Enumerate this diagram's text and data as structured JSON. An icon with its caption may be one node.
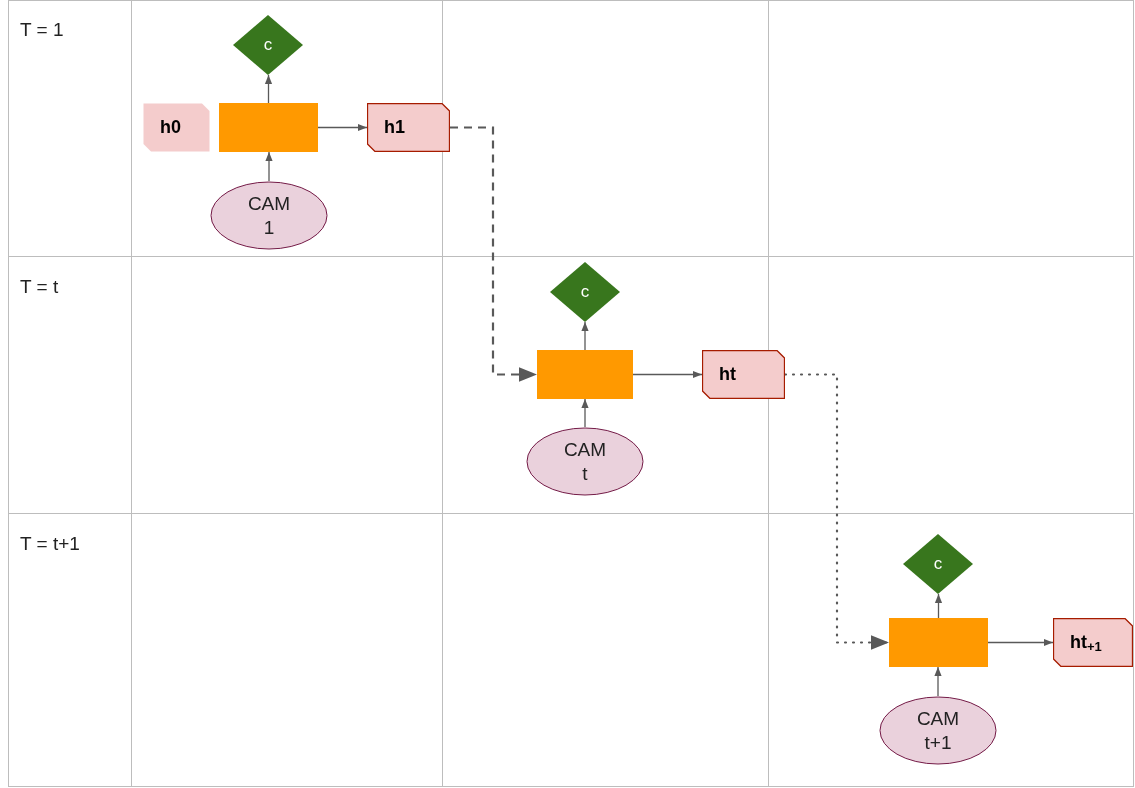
{
  "diagram": {
    "nodes": [
      {
        "text": [
          "h0"
        ]
      },
      {
        "text": [],
        "shape": "box"
      },
      {
        "text": [
          "c"
        ]
      },
      {
        "text": [
          "CAM 1"
        ]
      },
      {
        "text": [
          "h1"
        ]
      },
      {
        "text": [],
        "shape": "box"
      },
      {
        "text": [
          "c"
        ]
      },
      {
        "text": [
          "CAM t"
        ]
      },
      {
        "text": [
          "ht"
        ]
      },
      {
        "text": [],
        "shape": "box"
      },
      {
        "text": [
          "c"
        ]
      },
      {
        "text": [
          "CAM t+1"
        ]
      },
      {
        "text": [
          "ht$_{+1}$"
        ]
      }
    ],
    "edges": [
      {
        "from": 3,
        "to": 1,
        "arrow": "to"
      },
      {
        "from": 1,
        "to": 2,
        "arrow": "to"
      },
      {
        "from": 1,
        "to": 4,
        "arrow": "to"
      },
      {
        "from": 4,
        "to": 5,
        "arrow": "to",
        "style": "dashed"
      },
      {
        "from": 7,
        "to": 5,
        "arrow": "to"
      },
      {
        "from": 5,
        "to": 6,
        "arrow": "to"
      },
      {
        "from": 5,
        "to": 8,
        "arrow": "to"
      },
      {
        "from": 8,
        "to": 9,
        "arrow": "to",
        "style": "dashed"
      },
      {
        "from": 11,
        "to": 9,
        "arrow": "to"
      },
      {
        "from": 9,
        "to": 10,
        "arrow": "to"
      },
      {
        "from": 9,
        "to": 12,
        "arrow": "to"
      }
    ],
    "labels": [
      "T = 1",
      "T = t",
      "T = t+1"
    ]
  }
}
